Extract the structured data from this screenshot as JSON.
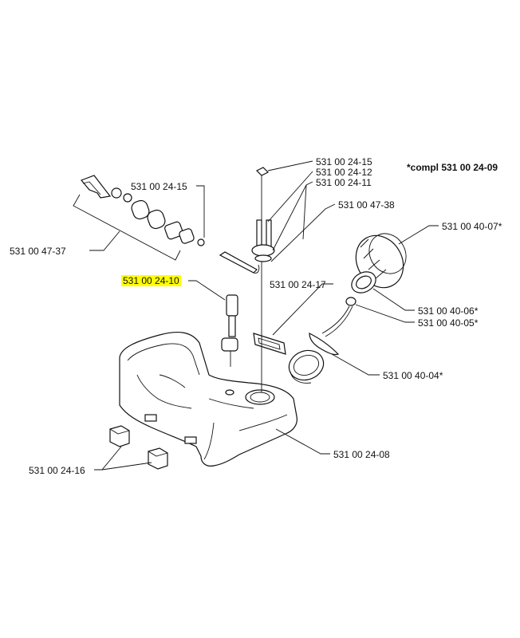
{
  "note": "*compl 531 00 24-09",
  "highlight_color": "#ffff00",
  "labels": {
    "p2415_top": "531 00 24-15",
    "p2412": "531 00 24-12",
    "p2411": "531 00 24-11",
    "p4738": "531 00 47-38",
    "p2415_left": "531 00 24-15",
    "p4737": "531 00 47-37",
    "p4007": "531 00 40-07*",
    "p2410": "531 00 24-10",
    "p2417": "531 00 24-17",
    "p4006": "531 00 40-06*",
    "p4005": "531 00 40-05*",
    "p4004": "531 00 40-04*",
    "p2408": "531 00 24-08",
    "p2416": "531 00 24-16"
  }
}
